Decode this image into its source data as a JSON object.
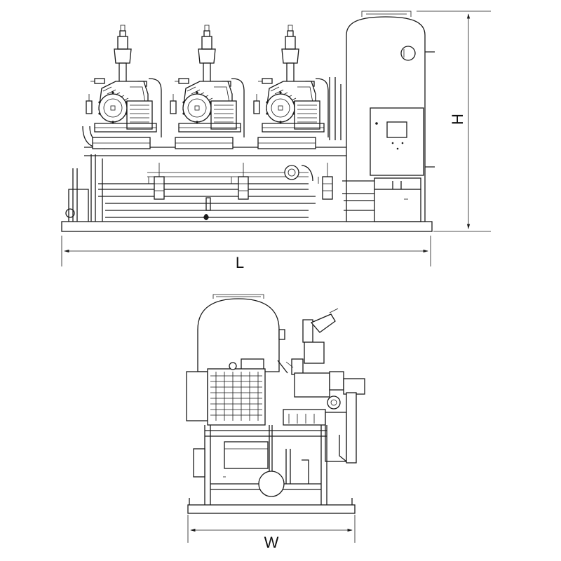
{
  "dimensions": {
    "length_label": "L",
    "height_label": "H",
    "width_label": "W"
  },
  "views": {
    "side_view": {
      "compressor_count": 3
    },
    "end_view": {}
  }
}
